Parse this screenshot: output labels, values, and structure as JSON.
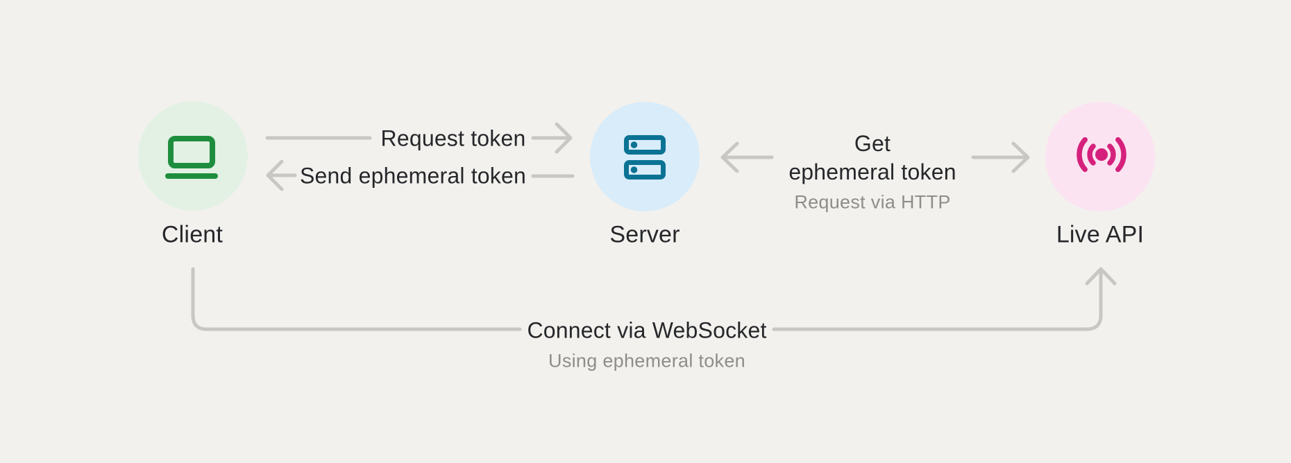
{
  "colors": {
    "background": "#f2f1ee",
    "line_gray": "#c8c7c4",
    "text_dark": "#26272a",
    "text_gray": "#8e8d8b",
    "client_circle": "#e2f1e4",
    "client_icon": "#1e8e3e",
    "server_circle": "#d8ecfa",
    "server_icon": "#0a7394",
    "live_api_circle": "#fce3f2",
    "live_api_icon": "#d5217c"
  },
  "nodes": {
    "client": {
      "label": "Client",
      "icon": "laptop-icon"
    },
    "server": {
      "label": "Server",
      "icon": "server-stack-icon"
    },
    "live_api": {
      "label": "Live API",
      "icon": "live-broadcast-icon"
    }
  },
  "edges": {
    "request_token": {
      "label": "Request token",
      "direction": "right"
    },
    "send_ephemeral_token": {
      "label": "Send ephemeral token",
      "direction": "left"
    },
    "get_ephemeral_token": {
      "label_line1": "Get",
      "label_line2": "ephemeral token",
      "sublabel": "Request via HTTP",
      "direction": "left-and-right"
    },
    "connect_websocket": {
      "label": "Connect via WebSocket",
      "sublabel": "Using ephemeral token",
      "direction": "up"
    }
  }
}
